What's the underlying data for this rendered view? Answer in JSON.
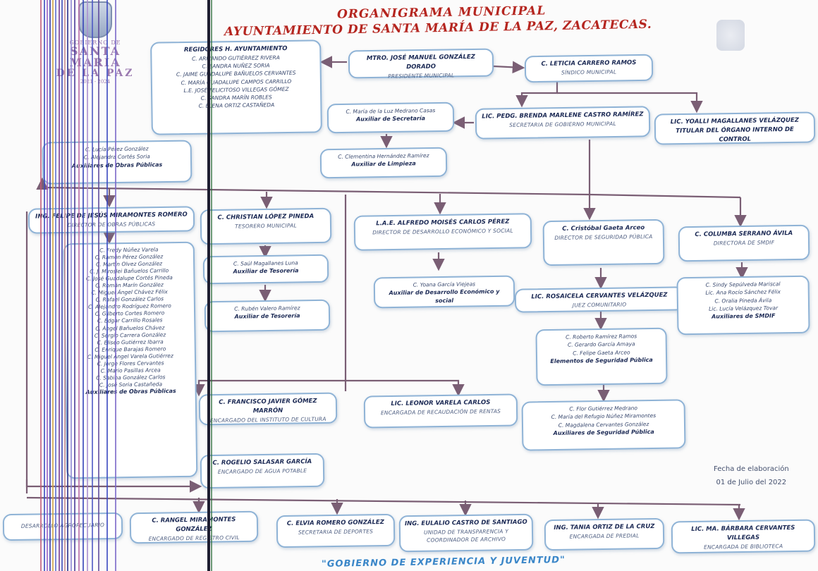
{
  "header": {
    "title1": "ORGANIGRAMA MUNICIPAL",
    "title2": "AYUNTAMIENTO DE SANTA MARÍA DE LA PAZ, ZACATECAS.",
    "logo_top": "GOBIERNO DE",
    "logo_name1": "SANTA MARÍA",
    "logo_name2": "DE LA PAZ",
    "logo_years": "2021 - 2024"
  },
  "presidente": {
    "name": "MTRO. JOSÉ MANUEL GONZÁLEZ DORADO",
    "role": "PRESIDENTE MUNICIPAL"
  },
  "sindico": {
    "name": "C. LETICIA CARRERO RAMOS",
    "role": "SÍNDICO MUNICIPAL"
  },
  "regidores": {
    "title": "REGIDORES H. AYUNTAMIENTO",
    "members": [
      "C. ARMANDO GUTIÉRREZ RIVERA",
      "C. SANDRA NUÑEZ SORIA",
      "C. JAIME GUADALUPE BAÑUELOS CERVANTES",
      "C. MARÍA GUADALUPE CAMPOS CARRILLO",
      "L.E. JOSÉ FELICITOSO VILLEGAS GÓMEZ",
      "C. SANDRA MARÍN ROBLES",
      "C. ELENA ORTIZ CASTAÑEDA"
    ]
  },
  "aux_secretaria": {
    "name": "C. María de la Luz Medrano Casas",
    "role": "Auxiliar de Secretaría"
  },
  "secretaria": {
    "name": "LIC. PEDG. BRENDA MARLENE CASTRO RAMÍREZ",
    "role": "SECRETARIA DE GOBIERNO MUNICIPAL"
  },
  "contraloria": {
    "name": "LIC. YOALLI MAGALLANES VELÁZQUEZ",
    "role": "TITULAR DEL ÓRGANO INTERNO DE CONTROL"
  },
  "aux_limpieza": {
    "name": "C. Clementina Hernández Ramírez",
    "role": "Auxiliar de Limpieza"
  },
  "aux_obras_top": {
    "members": [
      "C. Lucía Pérez González",
      "C. Alejandra Cortés Soria"
    ],
    "role": "Auxiliares de Obras Públicas"
  },
  "obras": {
    "name": "ING. FELIPE DE JESÚS MIRAMONTES ROMERO",
    "role": "DIRECTOR DE OBRAS PÚBLICAS"
  },
  "aux_obras_list": {
    "members": [
      "C. Fredy Núñez Varela",
      "C. Ramón Pérez González",
      "C. Martín Olvez González",
      "C. J. Miroslei Bañuelos Carrillo",
      "C. José Guadalupe Cortés Pineda",
      "C. Román Marín González",
      "C. Miguel Ángel Chávez Félix",
      "C. Rafael González Carlos",
      "C. Alejandro Rodríguez Romero",
      "C. Gilberto Cortes Romero",
      "C. Edgar Carrillo Rosales",
      "C. Ángel Bañuelos Chávez",
      "C. Sergio Carrera González",
      "C. Eliseo Gutiérrez Ibarra",
      "C. Enrique Barajas Romero",
      "C. Miguel Ángel Varela Gutiérrez",
      "C. Jorge Flores Cervantes",
      "C. Mario Pasillas Arcea",
      "C. Sabina González Carlos",
      "C. José Soria Castañeda"
    ],
    "role": "Auxiliares de Obras Públicas"
  },
  "tesorero": {
    "name": "C. CHRISTIAN LÓPEZ PINEDA",
    "role": "TESORERO MUNICIPAL"
  },
  "aux_tesoreria1": {
    "name": "C. Saúl Magallanes Luna",
    "role": "Auxiliar de Tesorería"
  },
  "aux_tesoreria2": {
    "name": "C. Rubén Valero Ramírez",
    "role": "Auxiliar de Tesorería"
  },
  "desarrollo": {
    "name": "L.A.E. ALFREDO MOISÉS CARLOS PÉREZ",
    "role": "DIRECTOR DE DESARROLLO ECONÓMICO Y SOCIAL"
  },
  "aux_desarrollo": {
    "name": "C. Yoana García Viejeas",
    "role": "Auxiliar de Desarrollo Económico y social"
  },
  "seguridad": {
    "name": "C. Cristóbal Gaeta Arceo",
    "role": "DIRECTOR DE SEGURIDAD PÚBLICA"
  },
  "juez": {
    "name": "LIC. ROSAICELA CERVANTES VELÁZQUEZ",
    "role": "JUEZ COMUNITARIO"
  },
  "elementos": {
    "members": [
      "C. Roberto Ramírez Ramos",
      "C. Gerardo García Amaya",
      "C. Felipe Gaeta Arceo"
    ],
    "role": "Elementos de Seguridad Pública"
  },
  "aux_seguridad": {
    "members": [
      "C. Flor Gutiérrez Medrano",
      "C. María del Refugio Núñez Miramontes",
      "C. Magdalena Cervantes González"
    ],
    "role": "Auxiliares de Seguridad Pública"
  },
  "smdif": {
    "name": "C. COLUMBA SERRANO ÁVILA",
    "role": "DIRECTORA DE SMDIF"
  },
  "aux_smdif": {
    "members": [
      "C. Sindy Sepúlveda Mariscal",
      "Lic. Ana Rocío Sánchez Félix",
      "C. Oralia Pineda Ávila",
      "Lic. Lucía Velázquez Tovar"
    ],
    "role": "Auxiliares de SMDIF"
  },
  "cultura": {
    "name": "C. FRANCISCO JAVIER GÓMEZ MARRÓN",
    "role": "ENCARGADO DEL INSTITUTO DE CULTURA"
  },
  "rentas": {
    "name": "LIC. LEONOR VARELA CARLOS",
    "role": "ENCARGADA DE RECAUDACIÓN DE RENTAS"
  },
  "agua": {
    "name": "C. ROGELIO SALASAR GARCÍA",
    "role": "ENCARGADO DE AGUA POTABLE"
  },
  "agro": {
    "role": "DESARROLLO AGROPECUARIO"
  },
  "registro": {
    "name": "C. RANGEL MIRAMONTES GONZÁLEZ",
    "role": "ENCARGADO DE REGISTRO CIVIL"
  },
  "deportes": {
    "name": "C. ELVIA ROMERO GONZÁLEZ",
    "role": "SECRETARIA DE DEPORTES"
  },
  "transparencia": {
    "name": "ING. EULALIO CASTRO DE SANTIAGO",
    "role1": "UNIDAD DE TRANSPARENCIA Y",
    "role2": "COORDINADOR DE ARCHIVO"
  },
  "predial": {
    "name": "ING. TANIA ORTIZ DE LA CRUZ",
    "role": "ENCARGADA DE PREDIAL"
  },
  "biblioteca": {
    "name": "LIC. MA. BÁRBARA CERVANTES VILLEGAS",
    "role": "ENCARGADA DE BIBLIOTECA"
  },
  "fecha": {
    "label": "Fecha de elaboración",
    "value": "01 de Julio del 2022"
  },
  "slogan": "\"GOBIERNO DE EXPERIENCIA Y JUVENTUD\"",
  "colors": {
    "title": "#b5251f",
    "box_border": "#8fb3d6",
    "connector": "#7a5e74",
    "slogan": "#3a86c8"
  }
}
